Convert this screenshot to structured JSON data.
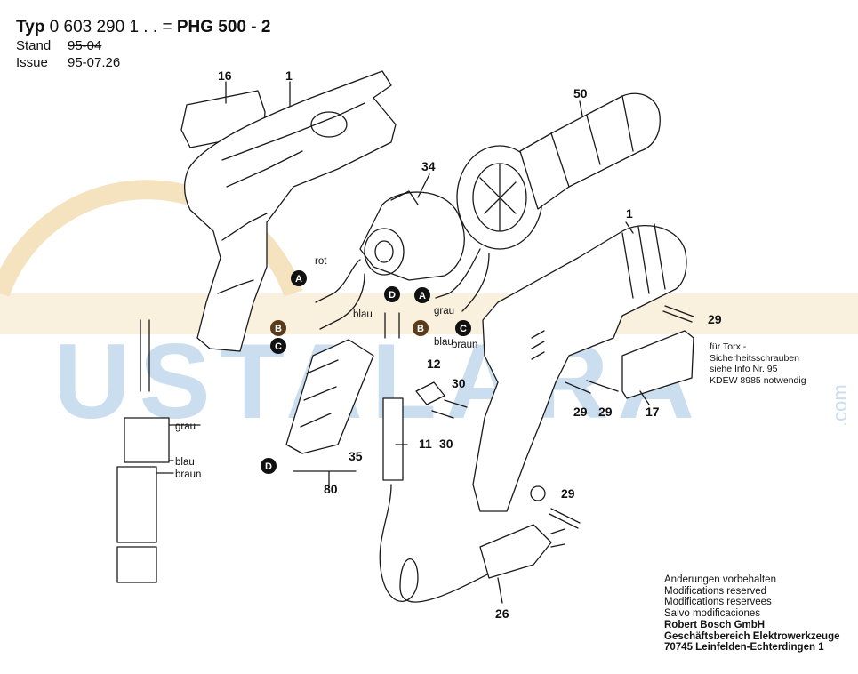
{
  "header": {
    "typ_label": "Typ",
    "typ_number": "0 603 290 1 . .",
    "equals": "=",
    "model": "PHG 500 - 2",
    "stand_label": "Stand",
    "stand_value": "95-04",
    "issue_label": "Issue",
    "issue_value": "95-07.26"
  },
  "watermark": {
    "text": "USTALARA",
    "suffix": ".com",
    "color": "#f2d9a8",
    "blue": "#b9d3ea"
  },
  "parts": {
    "p16": "16",
    "p1a": "1",
    "p1b": "1",
    "p50": "50",
    "p34": "34",
    "p29a": "29",
    "p29b": "29",
    "p29c": "29",
    "p29d": "29",
    "p12": "12",
    "p30a": "30",
    "p30b": "30",
    "p11": "11",
    "p35": "35",
    "p80": "80",
    "p17": "17",
    "p26": "26"
  },
  "markers": {
    "A": "A",
    "B": "B",
    "C": "C",
    "D": "D"
  },
  "wires": {
    "rot": "rot",
    "blau": "blau",
    "grau": "grau",
    "braun": "braun"
  },
  "torx_note": [
    "für Torx -",
    "Sicherheitsschrauben",
    "siehe Info Nr. 95",
    "KDEW 8985 notwendig"
  ],
  "footer": {
    "line1": "Änderungen vorbehalten",
    "line2": "Modifications reserved",
    "line3": "Modifications reservees",
    "line4": "Salvo modificaciones",
    "company": "Robert Bosch GmbH",
    "division": "Geschäftsbereich Elektrowerkzeuge",
    "address": "70745 Leinfelden-Echterdingen",
    "page": "1"
  },
  "colors": {
    "line": "#1a1a1a",
    "marker": "#111111",
    "marker_b": "#5a3b1c"
  }
}
